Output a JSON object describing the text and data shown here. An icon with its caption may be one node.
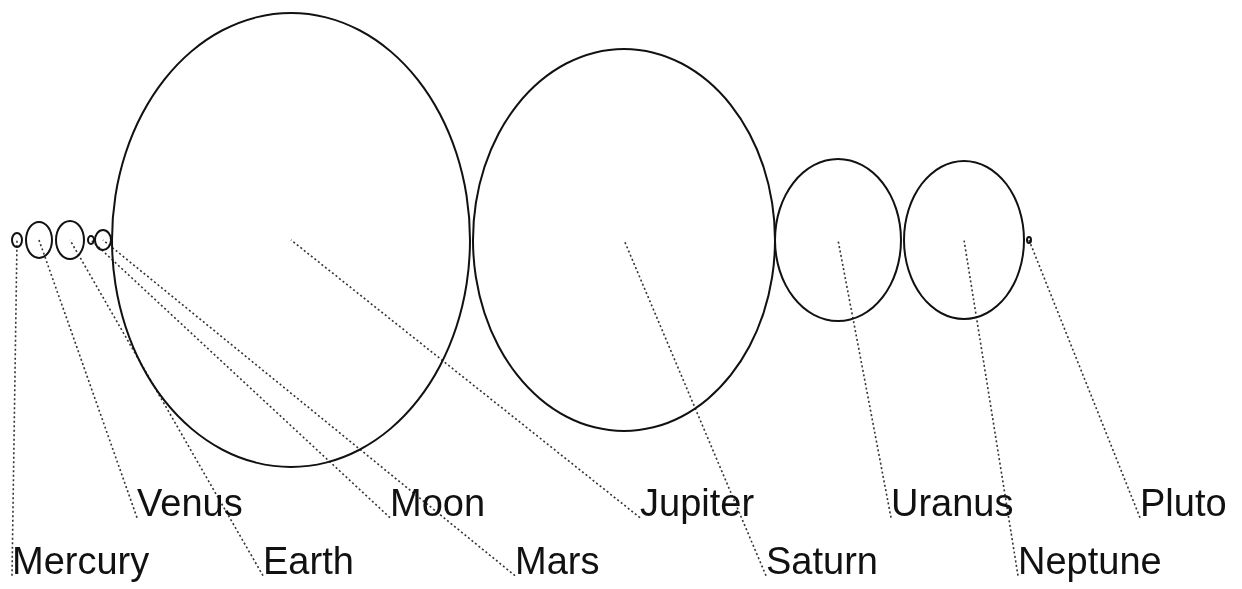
{
  "diagram": {
    "nodes": [
      {
        "text": [],
        "shape": "circle"
      },
      {
        "text": [],
        "shape": "circle"
      },
      {
        "text": [],
        "shape": "circle"
      },
      {
        "text": [],
        "shape": "circle"
      },
      {
        "text": [],
        "shape": "circle"
      },
      {
        "text": [],
        "shape": "circle"
      },
      {
        "text": [],
        "shape": "circle"
      },
      {
        "text": [],
        "shape": "circle"
      },
      {
        "text": [],
        "shape": "circle"
      },
      {
        "text": [],
        "shape": "circle"
      },
      {
        "text": [
          "Venus"
        ]
      },
      {
        "text": [
          "Moon"
        ]
      },
      {
        "text": [
          "Jupiter"
        ]
      },
      {
        "text": [
          "Uranus"
        ]
      },
      {
        "text": [
          "Pluto"
        ]
      },
      {
        "text": [
          "Mercury"
        ]
      },
      {
        "text": [
          "Earth"
        ]
      },
      {
        "text": [
          "Mars"
        ]
      },
      {
        "text": [
          "Saturn"
        ]
      },
      {
        "text": [
          "Neptune"
        ]
      }
    ],
    "edges": [
      {
        "from": 15,
        "to": 0,
        "arrow": "none",
        "style": "dashed"
      },
      {
        "from": 10,
        "to": 1,
        "arrow": "none",
        "style": "dashed"
      },
      {
        "from": 16,
        "to": 2,
        "arrow": "none",
        "style": "dashed"
      },
      {
        "from": 11,
        "to": 3,
        "arrow": "none",
        "style": "dashed"
      },
      {
        "from": 17,
        "to": 4,
        "arrow": "none",
        "style": "dashed"
      },
      {
        "from": 12,
        "to": 5,
        "arrow": "none",
        "style": "dashed"
      },
      {
        "from": 18,
        "to": 6,
        "arrow": "none",
        "style": "dashed"
      },
      {
        "from": 13,
        "to": 7,
        "arrow": "none",
        "style": "dashed"
      },
      {
        "from": 19,
        "to": 8,
        "arrow": "none",
        "style": "dashed"
      },
      {
        "from": 14,
        "to": 9,
        "arrow": "none",
        "style": "dashed"
      }
    ]
  }
}
